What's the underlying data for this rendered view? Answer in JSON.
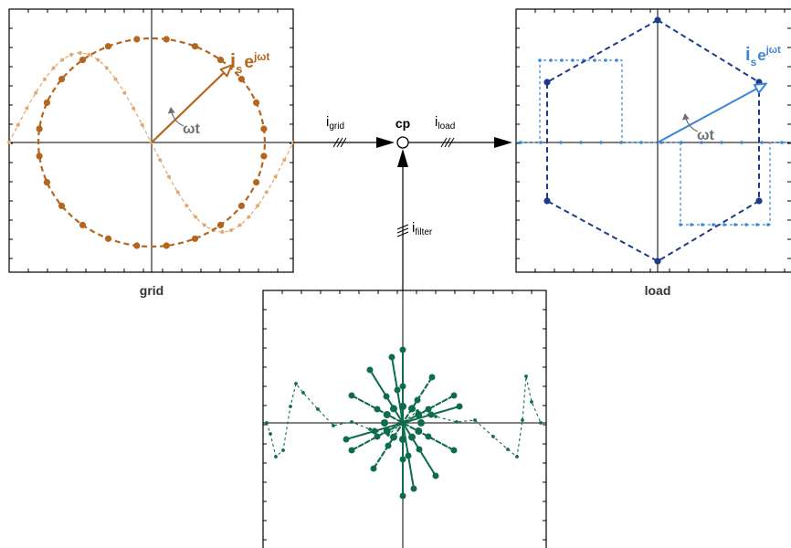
{
  "labels": {
    "grid": "grid",
    "load": "load",
    "cp": "cp",
    "i_grid_main": "i",
    "i_grid_sub": "grid",
    "i_load_main": "i",
    "i_load_sub": "load",
    "i_filter_main": "i",
    "i_filter_sub": "filter",
    "phasor_main": "i",
    "phasor_sub": "s",
    "phasor_exp_base": "e",
    "phasor_exp_sup": "jωt",
    "omega_t": "ωt"
  },
  "colors": {
    "grid": "#b5651d",
    "grid_light": "#e2a870",
    "load_dark": "#1f3a8a",
    "load_light": "#3b86d6",
    "filter": "#0f6b4e",
    "axis": "#000000",
    "angle_arrow": "#707070"
  },
  "icons": {
    "cp": "summing-point-circle",
    "three_phase": "three-phase-slash-marks",
    "arrow": "filled-arrowhead"
  }
}
